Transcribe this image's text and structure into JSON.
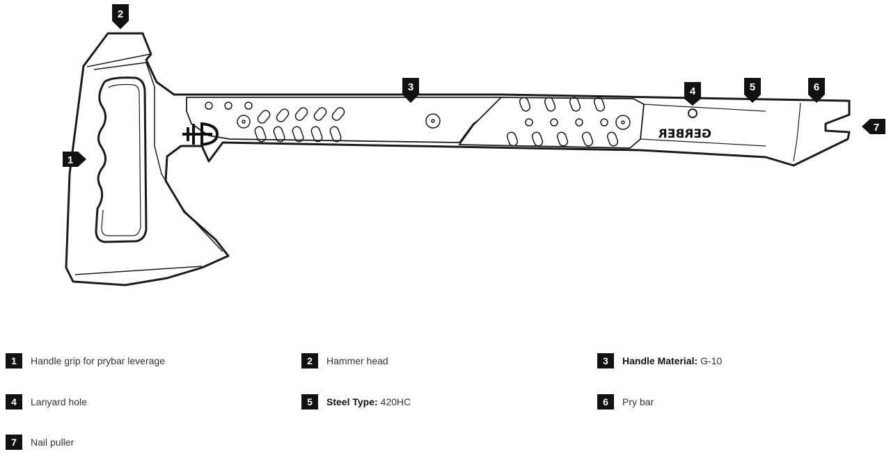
{
  "brand": "GERBER",
  "callouts": [
    "1",
    "2",
    "3",
    "4",
    "5",
    "6",
    "7"
  ],
  "legend": [
    {
      "num": "1",
      "bold": "",
      "text": "Handle grip for prybar leverage"
    },
    {
      "num": "2",
      "bold": "",
      "text": "Hammer head"
    },
    {
      "num": "3",
      "bold": "Handle Material:",
      "text": "G-10"
    },
    {
      "num": "4",
      "bold": "",
      "text": "Lanyard hole"
    },
    {
      "num": "5",
      "bold": "Steel Type:",
      "text": "420HC"
    },
    {
      "num": "6",
      "bold": "",
      "text": "Pry bar"
    },
    {
      "num": "7",
      "bold": "",
      "text": "Nail puller"
    }
  ],
  "colors": {
    "ink": "#111111",
    "line": "#1a1a1a",
    "text": "#333333"
  }
}
